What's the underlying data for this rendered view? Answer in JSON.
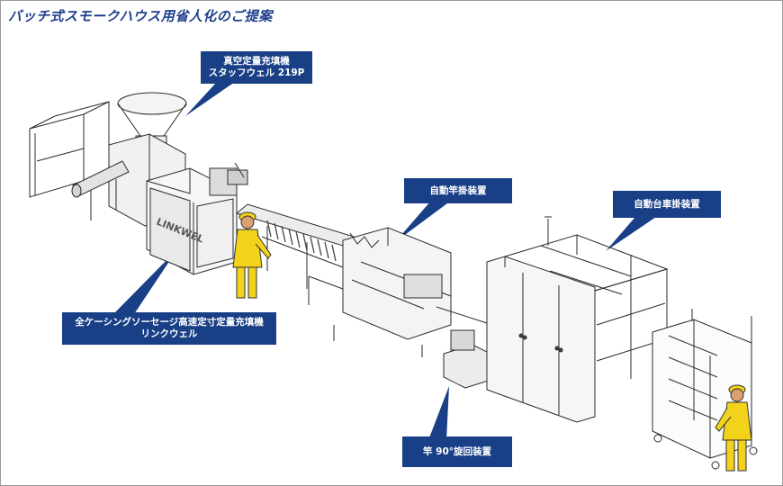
{
  "title": "バッチ式スモークハウス用省人化のご提案",
  "callouts": {
    "filler": {
      "line1": "真空定量充填機",
      "line2": "スタッフウェル 219P"
    },
    "hanger": {
      "line1": "自動竿掛装置"
    },
    "cart": {
      "line1": "自動台車掛装置"
    },
    "linker": {
      "line1": "全ケーシングソーセージ高速定寸定量充填機",
      "line2": "リンクウェル"
    },
    "rotator": {
      "line1": "竿 90°旋回装置"
    }
  },
  "machine_brand": "LINKWEL",
  "colors": {
    "title": "#1f3f8c",
    "callout_bg": "#193f86",
    "worker_body": "#f2d21a",
    "line": "#2b2b2b"
  }
}
